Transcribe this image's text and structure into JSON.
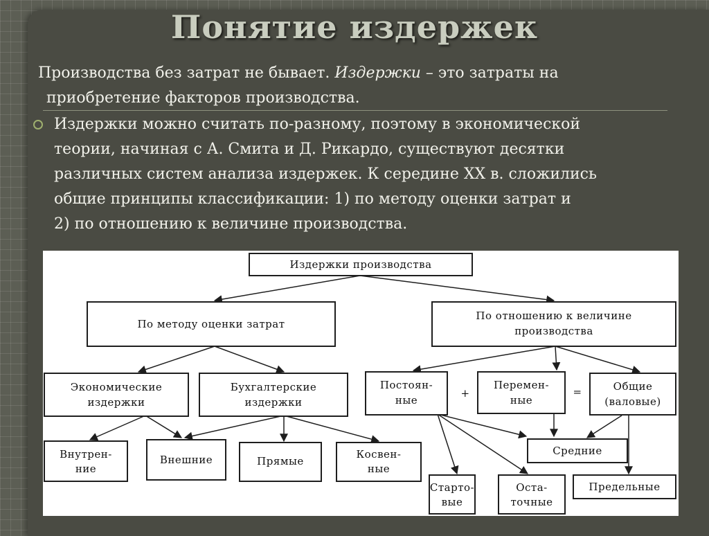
{
  "slide": {
    "title": "Понятие издержек",
    "para1_a": "Производства без затрат не бывает. ",
    "para1_em": "Издержки",
    "para1_b": " – это затраты на",
    "para1_c": "приобретение факторов производства.",
    "para2_lines": [
      "Издержки можно считать по-разному, поэтому в экономической",
      "теории, начиная с А. Смита и Д. Рикардо, существуют десятки",
      "различных систем анализа издержек. К середине XX в. сложились",
      "общие принципы классификации: 1) по методу оценки затрат и",
      "2) по отношению к величине производства."
    ]
  },
  "diagram": {
    "root": "Издержки производства",
    "by_method": "По методу оценки затрат",
    "by_volume_1": "По отношению к величине",
    "by_volume_2": "производства",
    "economic_1": "Экономические",
    "economic_2": "издержки",
    "accounting_1": "Бухгалтерские",
    "accounting_2": "издержки",
    "internal_1": "Внутрен-",
    "internal_2": "ние",
    "external": "Внешние",
    "direct": "Прямые",
    "indirect_1": "Косвен-",
    "indirect_2": "ные",
    "fixed_1": "Постоян-",
    "fixed_2": "ные",
    "plus": "+",
    "variable_1": "Перемен-",
    "variable_2": "ные",
    "equals": "=",
    "total_1": "Общие",
    "total_2": "(валовые)",
    "average": "Средние",
    "startup_1": "Старто-",
    "startup_2": "вые",
    "residual_1": "Оста-",
    "residual_2": "точные",
    "marginal": "Предельные"
  }
}
